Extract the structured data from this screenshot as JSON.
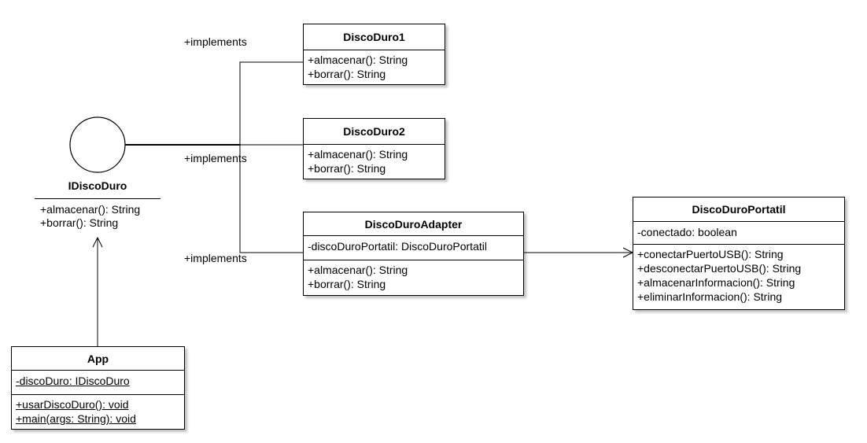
{
  "interface": {
    "name": "IDiscoDuro",
    "operations": [
      "+almacenar(): String",
      "+borrar(): String"
    ]
  },
  "classes": {
    "disco1": {
      "name": "DiscoDuro1",
      "operations": [
        "+almacenar(): String",
        "+borrar(): String"
      ]
    },
    "disco2": {
      "name": "DiscoDuro2",
      "operations": [
        "+almacenar(): String",
        "+borrar(): String"
      ]
    },
    "adapter": {
      "name": "DiscoDuroAdapter",
      "attributes": [
        "-discoDuroPortatil: DiscoDuroPortatil"
      ],
      "operations": [
        "+almacenar(): String",
        "+borrar(): String"
      ]
    },
    "portatil": {
      "name": "DiscoDuroPortatil",
      "attributes": [
        "-conectado: boolean"
      ],
      "operations": [
        "+conectarPuertoUSB(): String",
        "+desconectarPuertoUSB(): String",
        "+almacenarInformacion(): String",
        "+eliminarInformacion(): String"
      ]
    },
    "app": {
      "name": "App",
      "attributes": [
        "-discoDuro: IDiscoDuro"
      ],
      "operations": [
        "+usarDiscoDuro(): void",
        "+main(args: String): void"
      ]
    }
  },
  "relations": {
    "implements_labels": [
      "+implements",
      "+implements",
      "+implements"
    ]
  }
}
